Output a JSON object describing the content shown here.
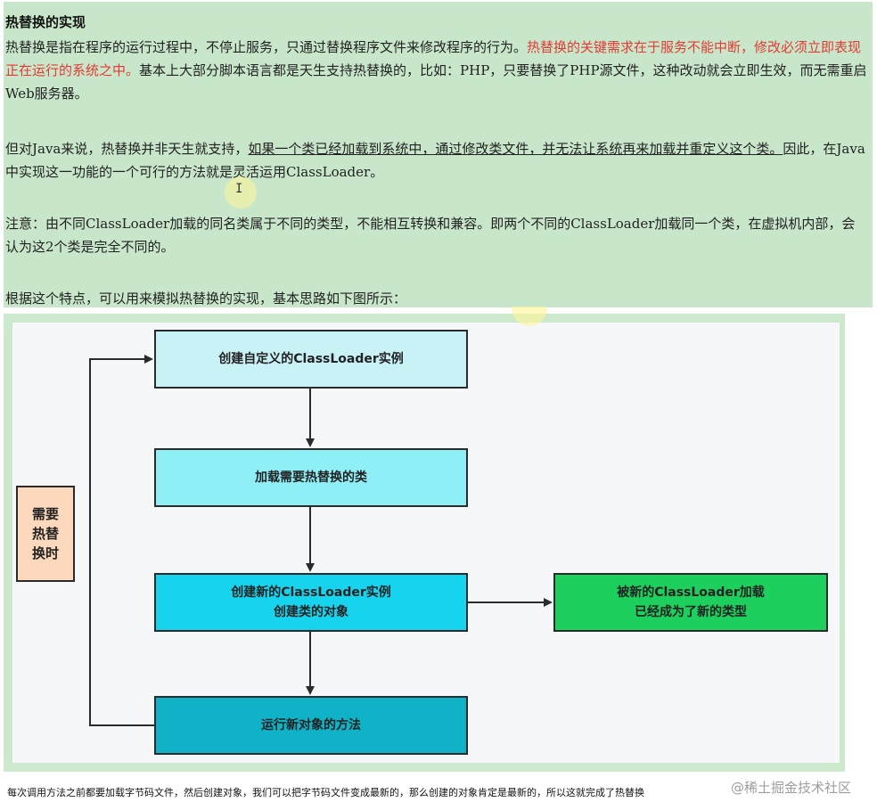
{
  "article": {
    "title": "热替换的实现",
    "p1_a": "热替换是指在程序的运行过程中，不停止服务，只通过替换程序文件来修改程序的行为。",
    "p1_red": "热替换的关键需求在于服务不能中断，修改必须立即表现正在运行的系统之中。",
    "p1_b": "基本上大部分脚本语言都是天生支持热替换的，比如：PHP，只要替换了PHP源文件，这种改动就会立即生效，而无需重启Web服务器。",
    "p2_a": "但对Java来说，热替换并非天生就支持，",
    "p2_ul": "如果一个类已经加载到系统中，通过修改类文件，并无法让系统再来加载并重定义这个类。",
    "p2_b": "因此，在Java中实现这一功能的一个可行的方法就是灵活运用ClassLoader。",
    "p3": "注意：由不同ClassLoader加载的同名类属于不同的类型，不能相互转换和兼容。即两个不同的ClassLoader加载同一个类，在虚拟机内部，会认为这2个类是完全不同的。",
    "p4": "根据这个特点，可以用来模拟热替换的实现，基本思路如下图所示：",
    "cursor": "I"
  },
  "diagram": {
    "side_label": "需要热替换时",
    "step1": "创建自定义的ClassLoader实例",
    "step2": "加载需要热替换的类",
    "step3_line1": "创建新的ClassLoader实例",
    "step3_line2": "创建类的对象",
    "step4": "运行新对象的方法",
    "result_line1": "被新的ClassLoader加载",
    "result_line2": "已经成为了新的类型"
  },
  "caption": "每次调用方法之前都要加载字节码文件，然后创建对象，我们可以把字节码文件变成最新的，那么创建的对象肯定是最新的，所以这就完成了热替换",
  "watermark": "@稀土掘金技术社区",
  "colors": {
    "panel_bg": "#c8e6c9",
    "emphasis_red": "#e53935",
    "step1": "#c9f2f7",
    "step2": "#8feff7",
    "step3": "#17d4ee",
    "step4": "#10b2c8",
    "result": "#1dcf5d",
    "side": "#fcd9bd"
  }
}
